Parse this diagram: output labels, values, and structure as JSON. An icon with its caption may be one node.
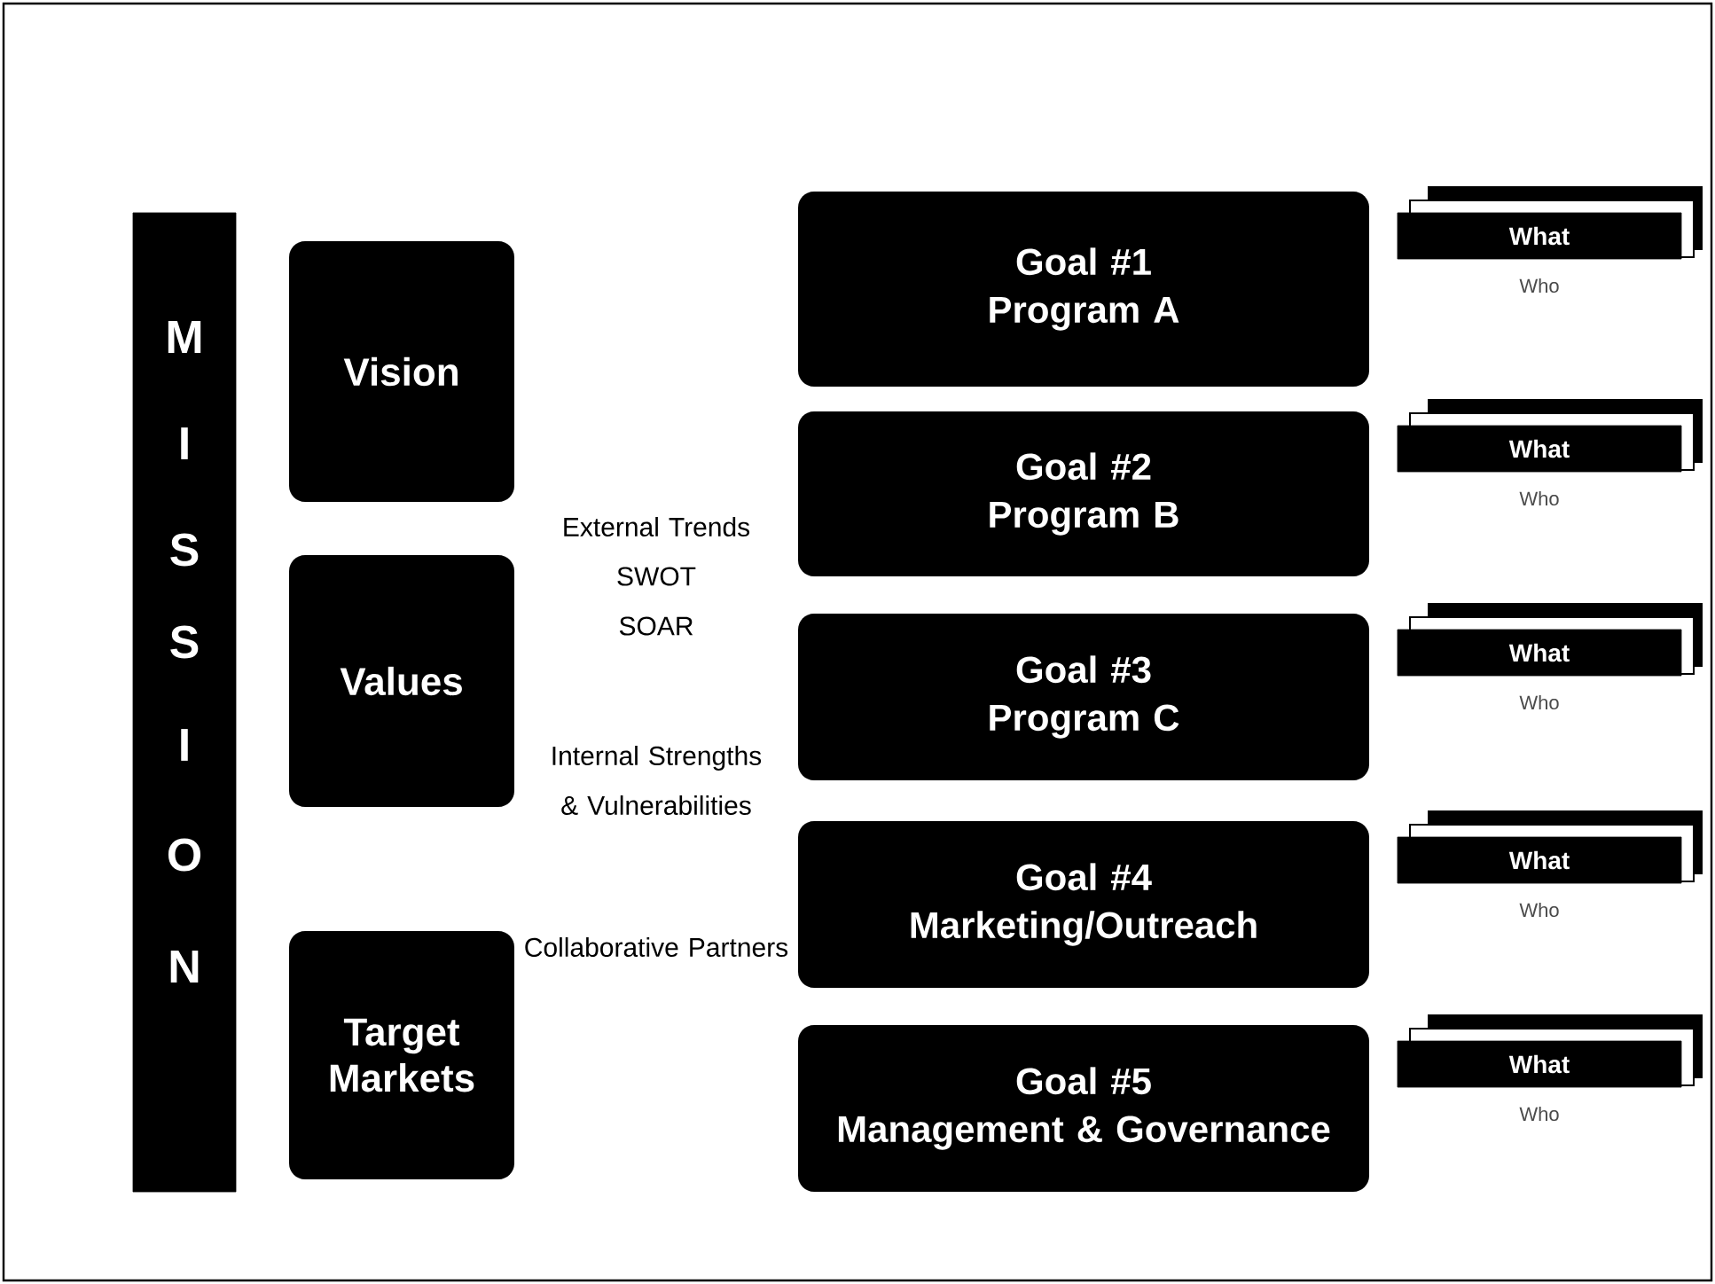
{
  "diagram": {
    "nodes": [
      {
        "text": [
          "M",
          "I",
          "S",
          "S",
          "I",
          "O",
          "N"
        ]
      },
      {
        "text": [
          "Vision"
        ]
      },
      {
        "text": [
          "Values"
        ]
      },
      {
        "text": [
          "Target Markets"
        ]
      },
      {
        "text": [
          "Goal #1",
          "Program A"
        ]
      },
      {
        "text": [
          "Goal #2",
          "Program B"
        ]
      },
      {
        "text": [
          "Goal #3",
          "Program C"
        ]
      },
      {
        "text": [
          "Goal #4",
          "Marketing/Outreach"
        ]
      },
      {
        "text": [
          "Goal #5",
          "Management & Governance"
        ]
      },
      {
        "text": [
          "What"
        ],
        "beside": [
          "Who"
        ]
      },
      {
        "text": [
          "What"
        ],
        "beside": [
          "Who"
        ]
      },
      {
        "text": [
          "What"
        ],
        "beside": [
          "Who"
        ]
      },
      {
        "text": [
          "What"
        ],
        "beside": [
          "Who"
        ]
      },
      {
        "text": [
          "What"
        ],
        "beside": [
          "Who"
        ]
      }
    ],
    "labels": [
      "External Trends",
      "SWOT",
      "SOAR",
      "Internal Strengths & Vulnerabilities",
      "Collaborative Partners"
    ]
  }
}
